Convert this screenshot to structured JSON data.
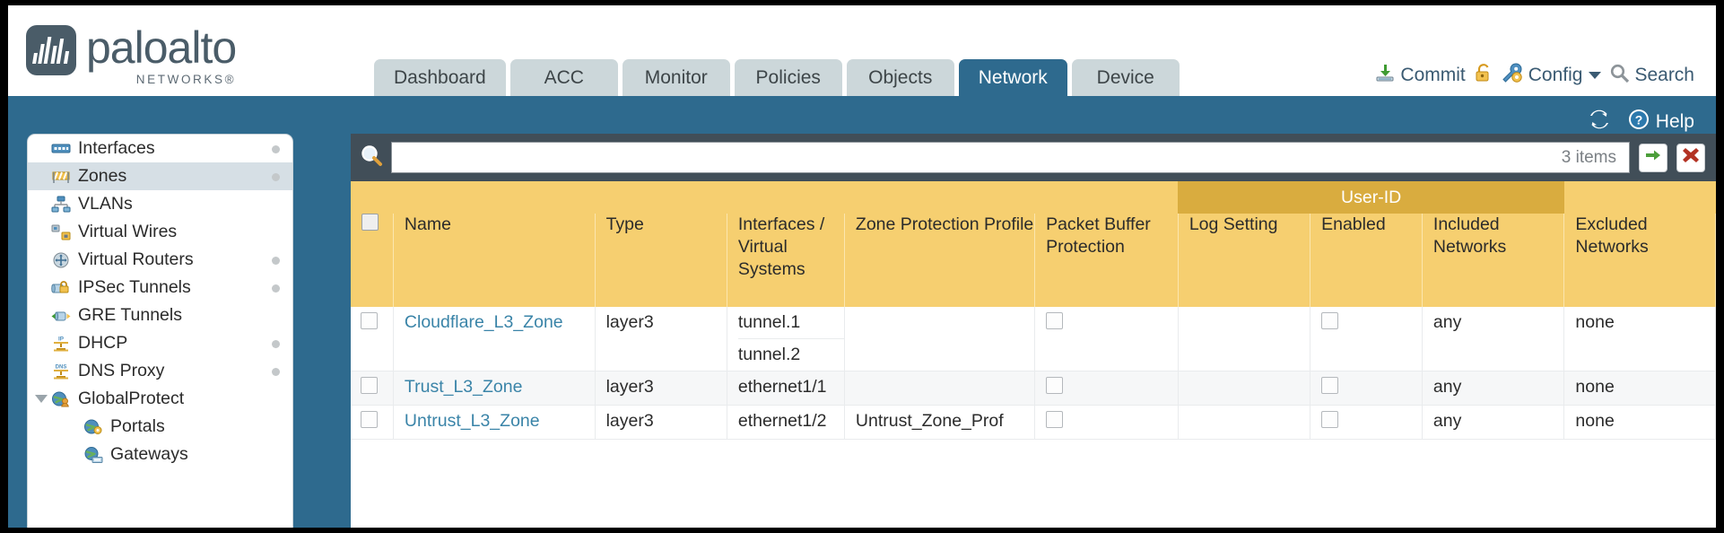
{
  "brand": {
    "name": "paloalto",
    "tagline": "NETWORKS",
    "registered": "®"
  },
  "nav": {
    "tabs": [
      {
        "label": "Dashboard",
        "active": false
      },
      {
        "label": "ACC",
        "active": false
      },
      {
        "label": "Monitor",
        "active": false
      },
      {
        "label": "Policies",
        "active": false
      },
      {
        "label": "Objects",
        "active": false
      },
      {
        "label": "Network",
        "active": true
      },
      {
        "label": "Device",
        "active": false
      }
    ]
  },
  "topright": {
    "commit_label": "Commit",
    "commit_icon": "commit-download-icon",
    "lock_icon": "padlock-icon",
    "config_label": "Config",
    "config_icon": "config-wrench-icon",
    "config_caret": "chevron-down-icon",
    "search_label": "Search",
    "search_icon": "search-magnifier-icon"
  },
  "helpbar": {
    "refresh_icon": "refresh-icon",
    "help_label": "Help",
    "help_icon": "help-question-icon"
  },
  "sidebar": {
    "items": [
      {
        "label": "Interfaces",
        "icon": "interfaces-icon",
        "selected": false,
        "dot": true,
        "child": false,
        "expand": false
      },
      {
        "label": "Zones",
        "icon": "zones-icon",
        "selected": true,
        "dot": true,
        "child": false,
        "expand": false
      },
      {
        "label": "VLANs",
        "icon": "vlans-icon",
        "selected": false,
        "dot": false,
        "child": false,
        "expand": false
      },
      {
        "label": "Virtual Wires",
        "icon": "virtual-wires-icon",
        "selected": false,
        "dot": false,
        "child": false,
        "expand": false
      },
      {
        "label": "Virtual Routers",
        "icon": "virtual-routers-icon",
        "selected": false,
        "dot": true,
        "child": false,
        "expand": false
      },
      {
        "label": "IPSec Tunnels",
        "icon": "ipsec-tunnels-icon",
        "selected": false,
        "dot": true,
        "child": false,
        "expand": false
      },
      {
        "label": "GRE Tunnels",
        "icon": "gre-tunnels-icon",
        "selected": false,
        "dot": false,
        "child": false,
        "expand": false
      },
      {
        "label": "DHCP",
        "icon": "dhcp-icon",
        "selected": false,
        "dot": true,
        "child": false,
        "expand": false
      },
      {
        "label": "DNS Proxy",
        "icon": "dns-proxy-icon",
        "selected": false,
        "dot": true,
        "child": false,
        "expand": false
      },
      {
        "label": "GlobalProtect",
        "icon": "globalprotect-icon",
        "selected": false,
        "dot": false,
        "child": false,
        "expand": true
      },
      {
        "label": "Portals",
        "icon": "portals-icon",
        "selected": false,
        "dot": false,
        "child": true,
        "expand": false
      },
      {
        "label": "Gateways",
        "icon": "gateways-icon",
        "selected": false,
        "dot": false,
        "child": true,
        "expand": false
      }
    ]
  },
  "filter": {
    "icon": "search-magnifier-icon",
    "value": "",
    "placeholder": "",
    "item_count": "3 items",
    "apply_icon": "green-arrow-icon",
    "clear_icon": "red-x-icon"
  },
  "table": {
    "group_header": {
      "label": "User-ID",
      "span": 3
    },
    "columns": [
      "Name",
      "Type",
      "Interfaces / Virtual Systems",
      "Zone Protection Profile",
      "Packet Buffer Protection",
      "Log Setting",
      "Enabled",
      "Included Networks",
      "Excluded Networks"
    ],
    "rows": [
      {
        "selected": false,
        "name": "Cloudflare_L3_Zone",
        "type": "layer3",
        "interfaces": [
          "tunnel.1",
          "tunnel.2"
        ],
        "zone_protection_profile": "",
        "packet_buffer_protection": false,
        "log_setting": "",
        "userid_enabled": false,
        "included_networks": "any",
        "excluded_networks": "none"
      },
      {
        "selected": false,
        "name": "Trust_L3_Zone",
        "type": "layer3",
        "interfaces": [
          "ethernet1/1"
        ],
        "zone_protection_profile": "",
        "packet_buffer_protection": false,
        "log_setting": "",
        "userid_enabled": false,
        "included_networks": "any",
        "excluded_networks": "none"
      },
      {
        "selected": false,
        "name": "Untrust_L3_Zone",
        "type": "layer3",
        "interfaces": [
          "ethernet1/2"
        ],
        "zone_protection_profile": "Untrust_Zone_Prof",
        "packet_buffer_protection": false,
        "log_setting": "",
        "userid_enabled": false,
        "included_networks": "any",
        "excluded_networks": "none"
      }
    ]
  },
  "colors": {
    "teal": "#2e6a8e",
    "amber_header": "#f6cf70",
    "amber_group": "#d9ac3f",
    "link": "#3a84a8",
    "searchbar": "#414e58"
  }
}
